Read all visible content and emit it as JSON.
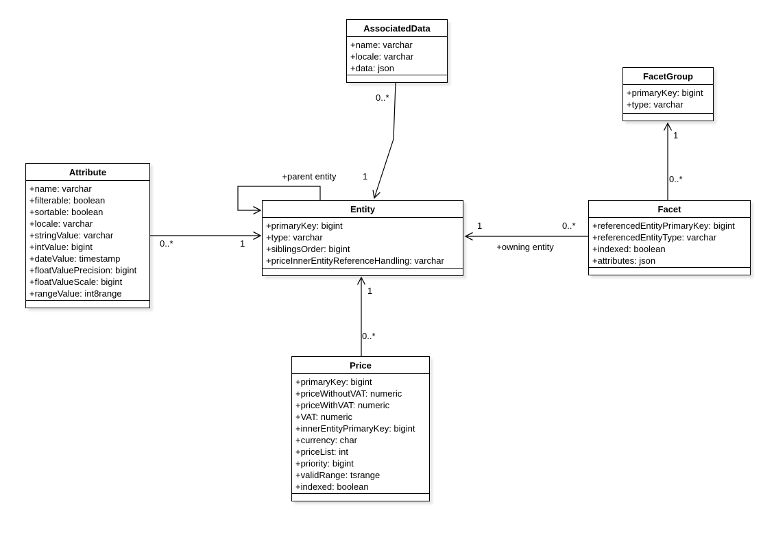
{
  "diagram": {
    "classes": {
      "associated_data": {
        "title": "AssociatedData",
        "attributes": [
          "+name: varchar",
          "+locale: varchar",
          "+data: json"
        ]
      },
      "facet_group": {
        "title": "FacetGroup",
        "attributes": [
          "+primaryKey: bigint",
          "+type: varchar"
        ]
      },
      "attribute": {
        "title": "Attribute",
        "attributes": [
          "+name: varchar",
          "+filterable: boolean",
          "+sortable: boolean",
          "+locale: varchar",
          "+stringValue: varchar",
          "+intValue: bigint",
          "+dateValue: timestamp",
          "+floatValuePrecision: bigint",
          "+floatValueScale: bigint",
          "+rangeValue: int8range"
        ]
      },
      "entity": {
        "title": "Entity",
        "attributes": [
          "+primaryKey: bigint",
          "+type: varchar",
          "+siblingsOrder: bigint",
          "+priceInnerEntityReferenceHandling: varchar"
        ]
      },
      "facet": {
        "title": "Facet",
        "attributes": [
          "+referencedEntityPrimaryKey: bigint",
          "+referencedEntityType: varchar",
          "+indexed: boolean",
          "+attributes: json"
        ]
      },
      "price": {
        "title": "Price",
        "attributes": [
          "+primaryKey: bigint",
          "+priceWithoutVAT: numeric",
          "+priceWithVAT: numeric",
          "+VAT: numeric",
          "+innerEntityPrimaryKey: bigint",
          "+currency: char",
          "+priceList: int",
          "+priority: bigint",
          "+validRange: tsrange",
          "+indexed: boolean"
        ]
      }
    },
    "edges": {
      "associateddata_entity": {
        "source_mult": "0..*",
        "target_mult": "1"
      },
      "entity_parent_self": {
        "label": "+parent entity"
      },
      "attribute_entity": {
        "source_mult": "0..*",
        "target_mult": "1"
      },
      "facet_entity": {
        "source_mult": "0..*",
        "target_mult": "1",
        "label": "+owning entity"
      },
      "price_entity": {
        "source_mult": "0..*",
        "target_mult": "1"
      },
      "facet_facetgroup": {
        "source_mult": "0..*",
        "target_mult": "1"
      }
    },
    "colors": {
      "box_fill": "#ffffff",
      "box_border": "#000000",
      "line": "#000000",
      "text": "#000000",
      "background": "#ffffff"
    }
  }
}
